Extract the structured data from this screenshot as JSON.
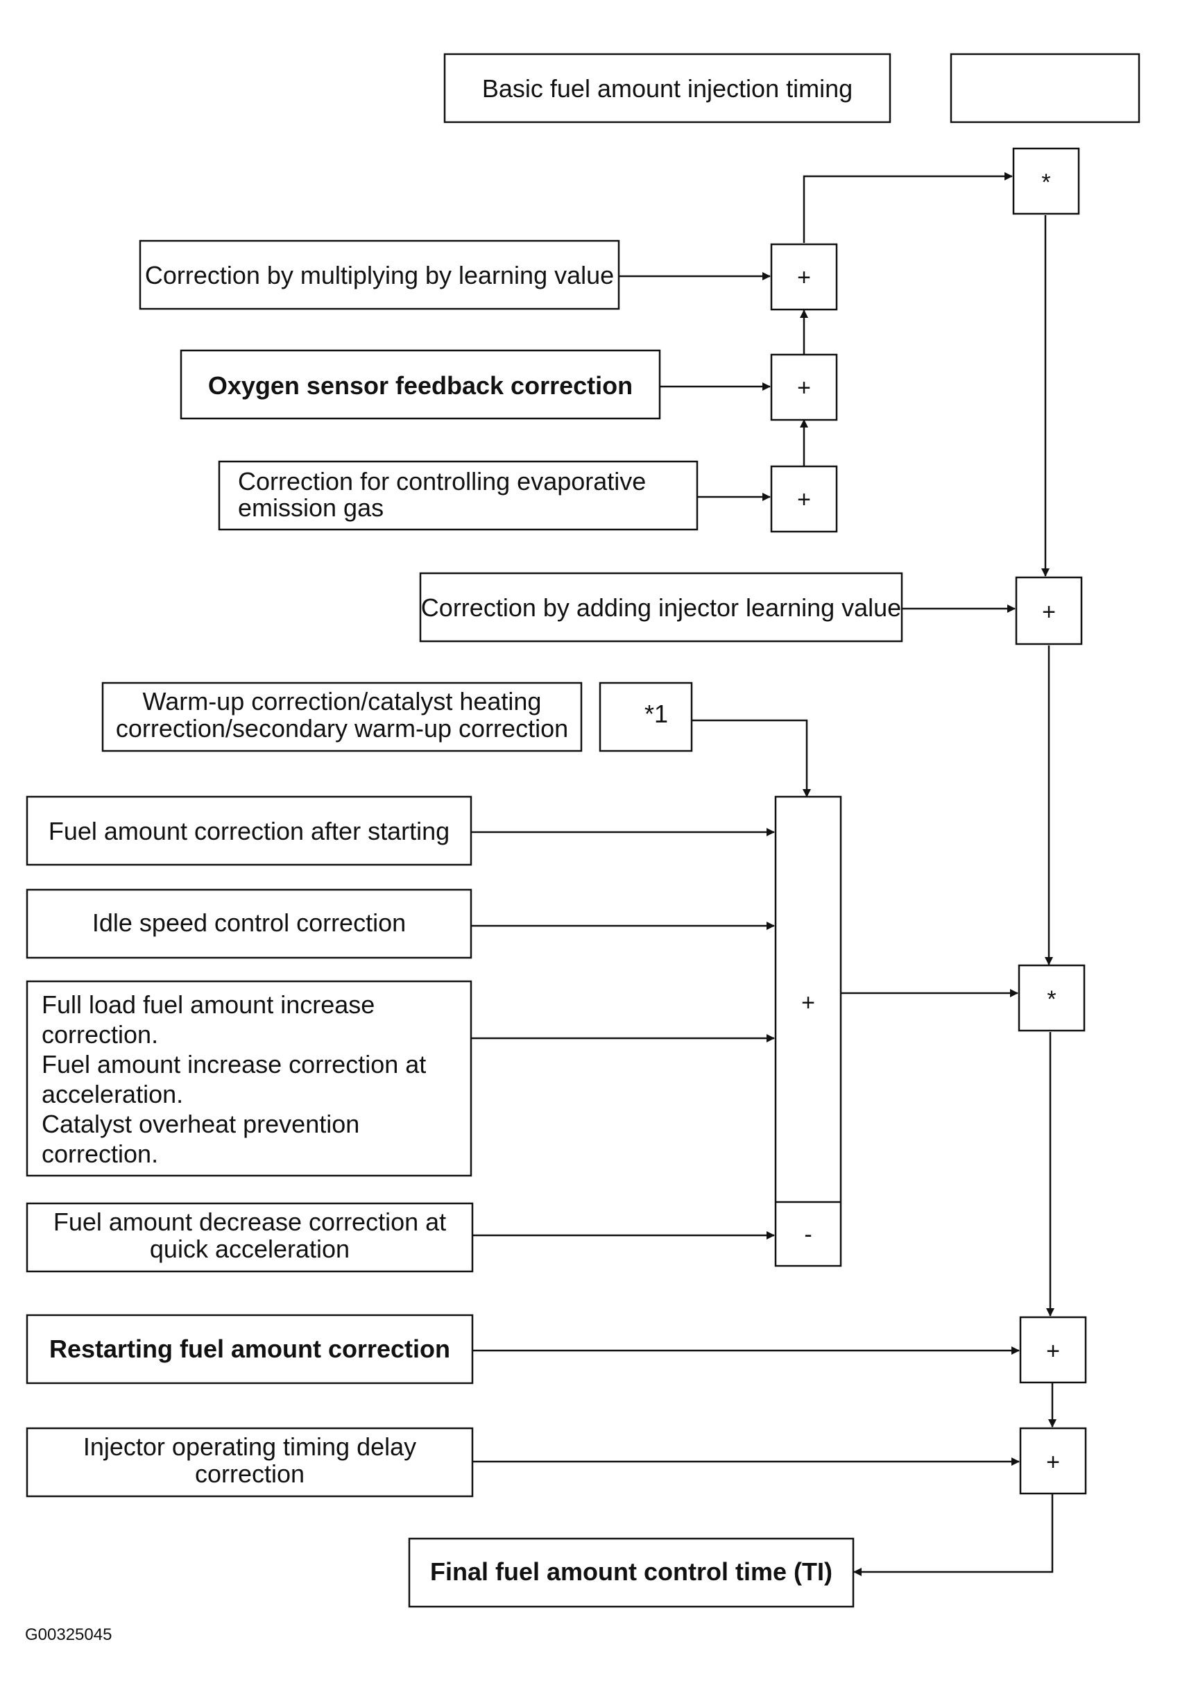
{
  "diagram": {
    "top": {
      "basic_fuel": "Basic fuel amount injection timing",
      "empty_box": ""
    },
    "learning_group": {
      "multiply_learning": "Correction by multiplying by learning value",
      "oxygen_feedback": "Oxygen sensor feedback correction",
      "evap_line1": "Correction for controlling evaporative",
      "evap_line2": "emission gas"
    },
    "injector_learning": "Correction by adding injector learning value",
    "warmup": {
      "line1": "Warm-up correction/catalyst heating",
      "line2": "correction/secondary warm-up correction",
      "ref": "*1"
    },
    "corrections": {
      "after_starting": "Fuel amount correction after starting",
      "idle_speed": "Idle speed control correction",
      "full_load": [
        "Full load fuel amount increase",
        "correction.",
        "Fuel amount increase correction at",
        "acceleration.",
        "Catalyst overheat prevention",
        "correction."
      ],
      "quick_accel_line1": "Fuel amount decrease correction at",
      "quick_accel_line2": "quick acceleration"
    },
    "restarting": "Restarting fuel amount correction",
    "delay": {
      "line1": "Injector operating timing delay",
      "line2": "correction"
    },
    "final": "Final fuel amount control time (TI)",
    "operators": {
      "multiply": "*",
      "plus": "+",
      "minus": "-"
    },
    "figure_code": "G00325045"
  }
}
